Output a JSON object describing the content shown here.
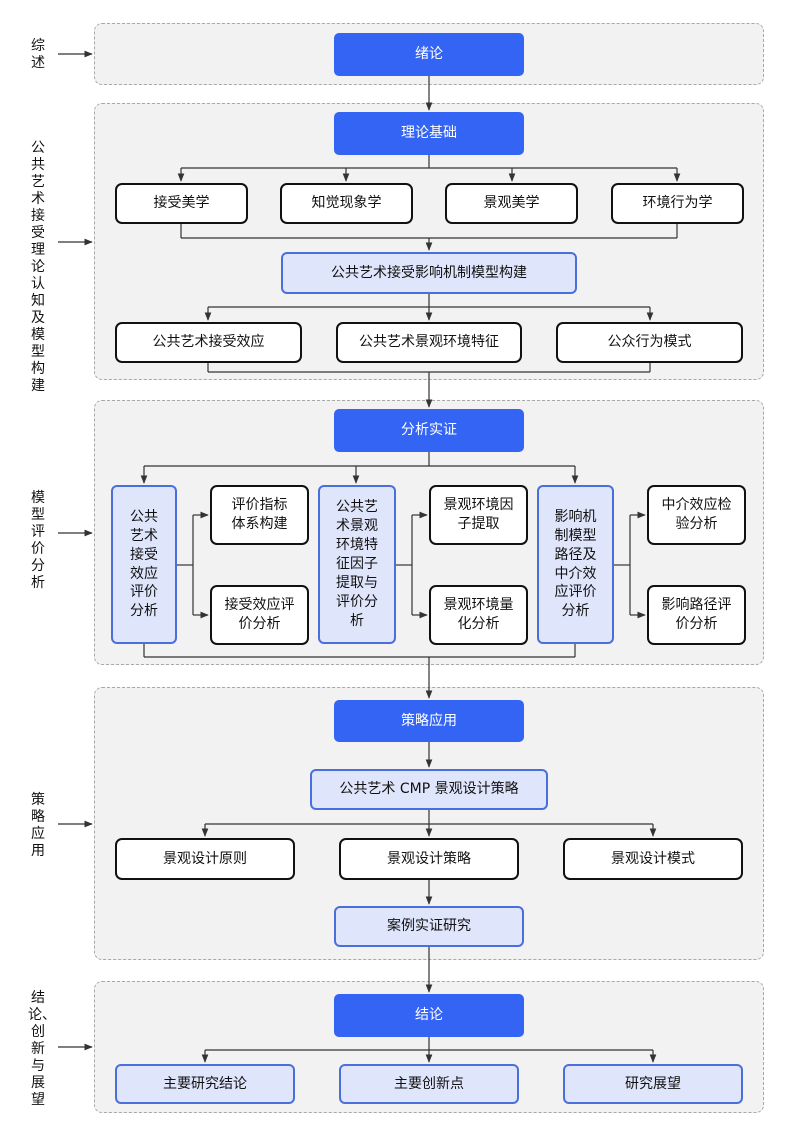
{
  "sections": {
    "overview": "综述",
    "theory": "公共艺术接受理论认知及模型构建",
    "model": "模型评价分析",
    "strategy": "策略应用",
    "conclusion": "结论、创新与展望"
  },
  "nodes": {
    "intro": "绪论",
    "theory_basis": "理论基础",
    "reception_aesthetics": "接受美学",
    "perception_phenomenology": "知觉现象学",
    "landscape_aesthetics": "景观美学",
    "environmental_behavior": "环境行为学",
    "mechanism_model": "公共艺术接受影响机制模型构建",
    "reception_effect": "公共艺术接受效应",
    "landscape_features": "公共艺术景观环境特征",
    "public_behavior": "公众行为模式",
    "empirical_analysis": "分析实证",
    "effect_eval_analysis": "公共\n艺术\n接受\n效应\n评价\n分析",
    "indicator_system": "评价指标\n体系构建",
    "effect_eval": "接受效应评\n价分析",
    "factor_extract_eval": "公共艺\n术景观\n环境特\n征因子\n提取与\n评价分\n析",
    "factor_extraction": "景观环境因\n子提取",
    "quantification": "景观环境量\n化分析",
    "path_mediation": "影响机\n制模型\n路径及\n中介效\n应评价\n分析",
    "mediation_test": "中介效应检\n验分析",
    "path_eval": "影响路径评\n价分析",
    "strategy_application": "策略应用",
    "cmp_strategy": "公共艺术 CMP 景观设计策略",
    "design_principles": "景观设计原则",
    "design_strategy": "景观设计策略",
    "design_patterns": "景观设计模式",
    "case_study": "案例实证研究",
    "conclusion": "结论",
    "main_conclusions": "主要研究结论",
    "innovations": "主要创新点",
    "outlook": "研究展望"
  },
  "colors": {
    "primary_blue": "#3464f4",
    "light_blue_fill": "#dfe5fb",
    "light_blue_border": "#4a6fdc",
    "panel_fill": "#f2f2f2",
    "panel_border": "#a8a8a8",
    "line": "#333333"
  }
}
